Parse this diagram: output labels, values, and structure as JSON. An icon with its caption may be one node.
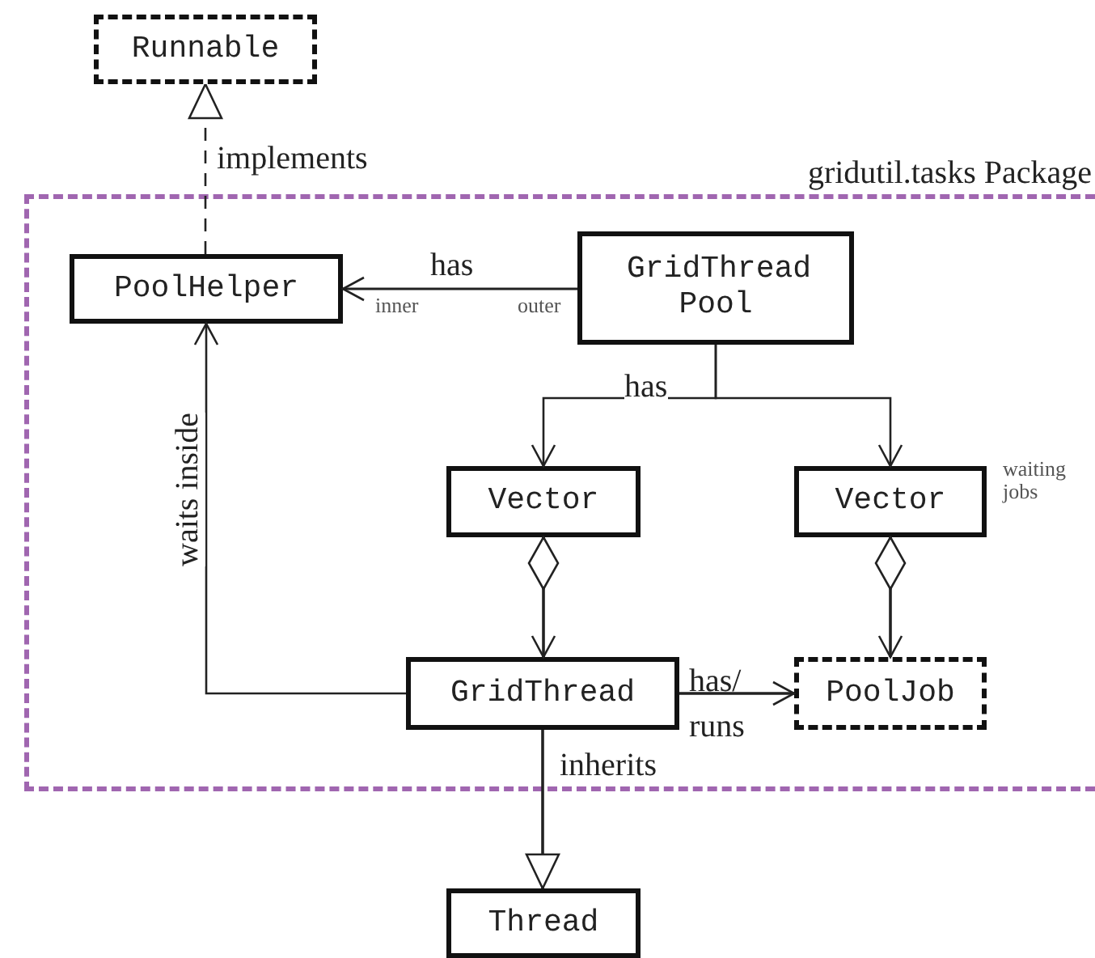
{
  "diagram": {
    "nodes": [
      {
        "text": [
          "Runnable"
        ]
      },
      {
        "text": [
          "gridutil.tasks Package"
        ]
      },
      {
        "text": [
          "PoolHelper"
        ],
        "in": 1
      },
      {
        "text": [
          "GridThread Pool"
        ],
        "in": 1
      },
      {
        "text": [
          "Vector"
        ],
        "in": 1
      },
      {
        "text": [
          "Vector"
        ],
        "in": 1,
        "beside": [
          "waiting jobs"
        ]
      },
      {
        "text": [
          "GridThread"
        ],
        "in": 1
      },
      {
        "text": [
          "PoolJob"
        ],
        "in": 1
      },
      {
        "text": [
          "Thread"
        ]
      }
    ],
    "edges": [
      {
        "from": 2,
        "to": 0,
        "arrow": "to",
        "label": "implements",
        "style": "dashed"
      },
      {
        "from": 3,
        "to": 2,
        "arrow": "to",
        "label": "has"
      },
      {
        "from": 3,
        "to": 4,
        "arrow": "to",
        "label": "has"
      },
      {
        "from": 3,
        "to": 5,
        "arrow": "to"
      },
      {
        "from": 4,
        "to": 6,
        "arrow": "to"
      },
      {
        "from": 5,
        "to": 7,
        "arrow": "to"
      },
      {
        "from": 6,
        "to": 2,
        "arrow": "to",
        "label": "waits inside"
      },
      {
        "from": 6,
        "to": 7,
        "arrow": "to",
        "label": "has/ runs"
      },
      {
        "from": 6,
        "to": 8,
        "arrow": "to",
        "label": "inherits"
      }
    ],
    "labels": [
      "inner",
      "outer"
    ]
  }
}
